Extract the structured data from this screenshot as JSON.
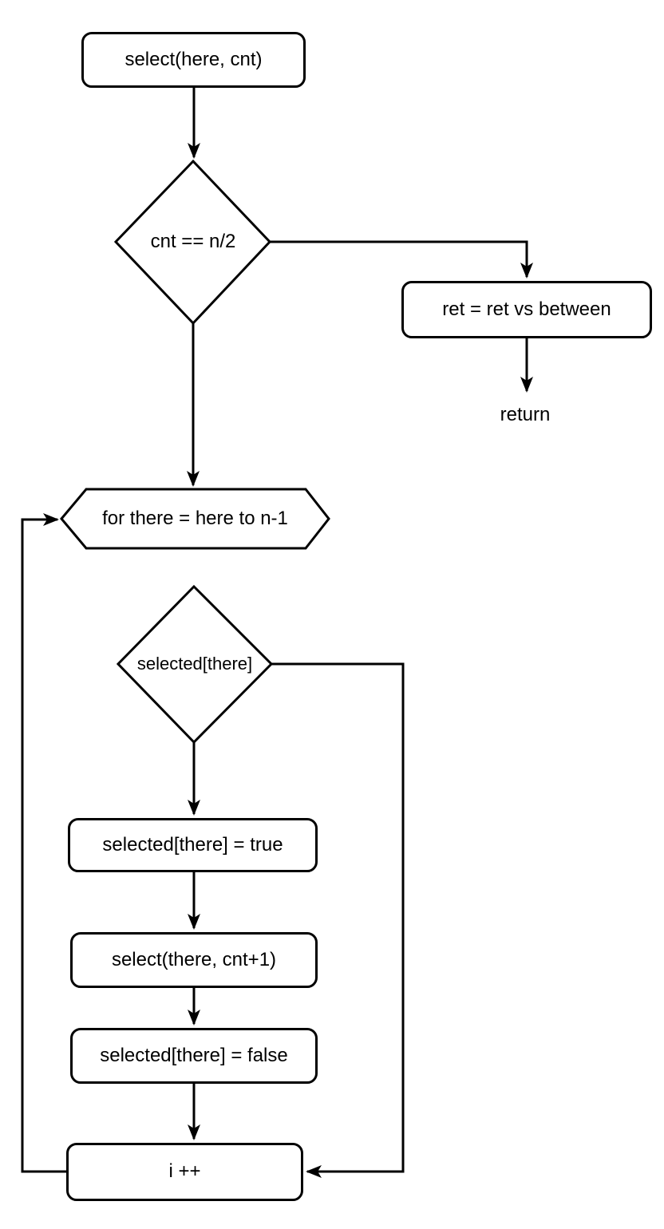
{
  "diagram": {
    "type": "flowchart",
    "colors": {
      "stroke": "#000000",
      "fill": "#ffffff",
      "text": "#000000"
    },
    "nodes": {
      "start": {
        "label": "select(here, cnt)",
        "shape": "rounded-rect"
      },
      "decision_cnt": {
        "label": "cnt == n/2",
        "shape": "diamond"
      },
      "ret_update": {
        "label": "ret = ret vs between",
        "shape": "rounded-rect"
      },
      "return_text": {
        "label": "return",
        "shape": "text"
      },
      "for_loop": {
        "label": "for there = here to n-1",
        "shape": "hexagon"
      },
      "decision_selected": {
        "label": "selected[there]",
        "shape": "diamond"
      },
      "set_true": {
        "label": "selected[there] = true",
        "shape": "rounded-rect"
      },
      "recurse": {
        "label": "select(there, cnt+1)",
        "shape": "rounded-rect"
      },
      "set_false": {
        "label": "selected[there] = false",
        "shape": "rounded-rect"
      },
      "increment": {
        "label": "i ++",
        "shape": "rounded-rect"
      }
    },
    "edges": [
      {
        "from": "start",
        "to": "decision_cnt"
      },
      {
        "from": "decision_cnt",
        "to": "ret_update"
      },
      {
        "from": "ret_update",
        "to": "return_text"
      },
      {
        "from": "decision_cnt",
        "to": "for_loop"
      },
      {
        "from": "decision_selected",
        "to": "set_true"
      },
      {
        "from": "set_true",
        "to": "recurse"
      },
      {
        "from": "recurse",
        "to": "set_false"
      },
      {
        "from": "set_false",
        "to": "increment"
      },
      {
        "from": "decision_selected",
        "to": "increment"
      },
      {
        "from": "increment",
        "to": "for_loop"
      }
    ]
  }
}
